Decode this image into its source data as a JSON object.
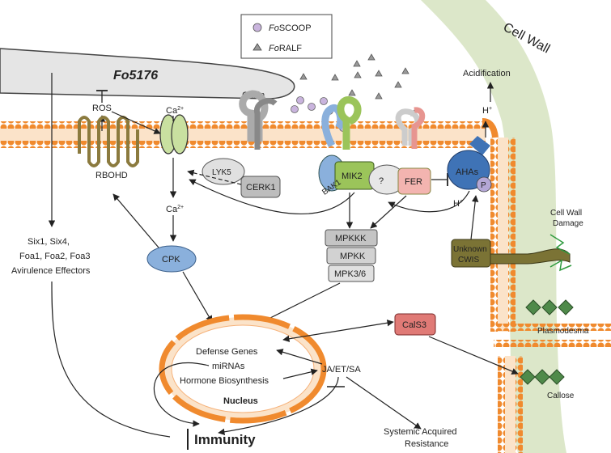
{
  "legend": {
    "scoop_italic": "Fo",
    "scoop_rest": "SCOOP",
    "ralf_italic": "Fo",
    "ralf_rest": "RALF"
  },
  "labels": {
    "cell_wall": "Cell Wall",
    "pathogen": "Fo5176",
    "chitin": "Chitin",
    "ros": "ROS",
    "ca_top": "Ca",
    "ca_bottom": "Ca",
    "ca_sup": "2+",
    "rbohd": "RBOHD",
    "lyk5": "LYK5",
    "cerk1": "CERK1",
    "bak1": "BAK1",
    "mik2": "MIK2",
    "question": "?",
    "fer": "FER",
    "ahas": "AHAs",
    "p": "P",
    "acidification": "Acidification",
    "h_top": "H",
    "h_bottom": "H",
    "h_sup": "+",
    "cpk": "CPK",
    "mpkkk": "MPKKK",
    "mpkk": "MPKK",
    "mpk36": "MPK3/6",
    "effectors": [
      "Six1, Six4,",
      "Foa1, Foa2, Foa3",
      "Avirulence Effectors"
    ],
    "unknown_cwis": [
      "Unknown",
      "CWIS"
    ],
    "cell_wall_damage": [
      "Cell Wall",
      "Damage"
    ],
    "plasmodesma": "Plasmodesma",
    "callose": "Callose",
    "cals3": "CalS3",
    "defense_genes": "Defense Genes",
    "mirnas": "miRNAs",
    "hormone": "Hormone Biosynthesis",
    "nucleus": "Nucleus",
    "ja_et_sa": "JA/ET/SA",
    "immunity": "Immunity",
    "sar": [
      "Systemic Acquired",
      "Resistance"
    ]
  },
  "colors": {
    "membrane": "#f08a2e",
    "cell_wall": "#d6e3bf",
    "mik2_green": "#9bc45a",
    "bak1_blue": "#8ab0dc",
    "fer_pink": "#f3b4b0",
    "grey_receptor": "#b9b9b9",
    "ahas_blue": "#3f73b6",
    "cals3_red": "#e07a76",
    "callose_green": "#4f8a4a",
    "cwis_olive": "#7b7335",
    "scoop_purple": "#c9b4dd"
  }
}
